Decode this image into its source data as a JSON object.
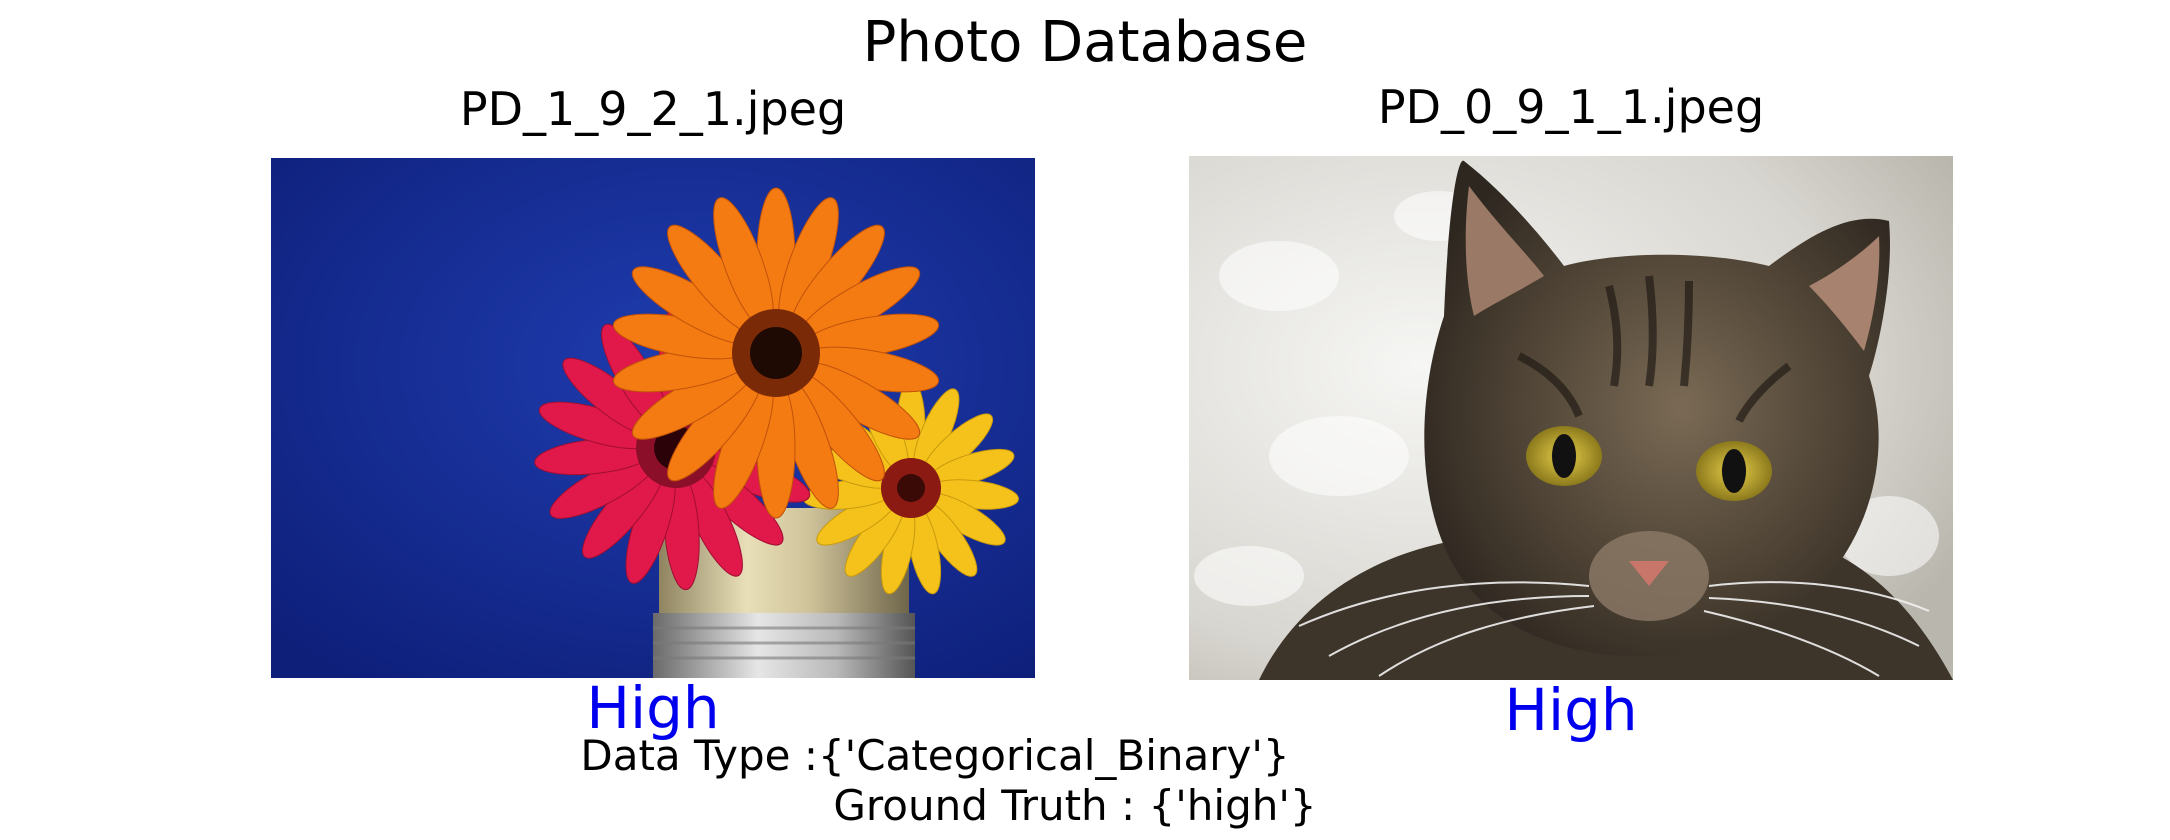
{
  "title": "Photo Database",
  "panels": [
    {
      "filename": "PD_1_9_2_1.jpeg",
      "prediction": "High",
      "image_icon": "flowers-in-tin-photo"
    },
    {
      "filename": "PD_0_9_1_1.jpeg",
      "prediction": "High",
      "image_icon": "tabby-cat-photo"
    }
  ],
  "footer": {
    "data_type": "Data Type :{'Categorical_Binary'}",
    "ground_truth": "Ground Truth : {'high'}"
  },
  "colors": {
    "prediction": "#0000ee",
    "text": "#000000",
    "background": "#ffffff"
  }
}
